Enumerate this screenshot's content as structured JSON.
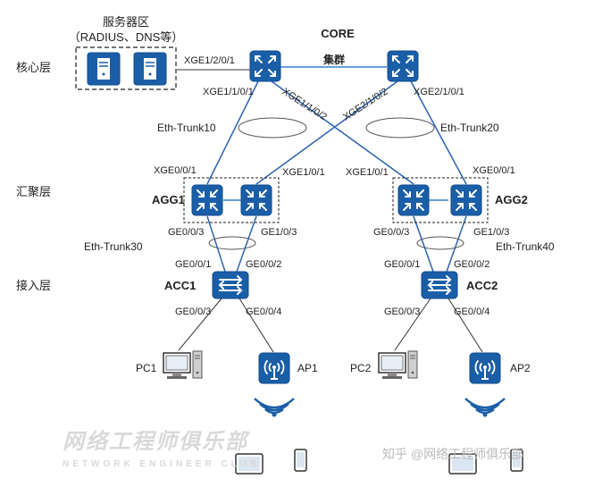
{
  "layers": {
    "core": "核心层",
    "aggregation": "汇聚层",
    "access": "接入层"
  },
  "server_zone": {
    "title": "服务器区",
    "subtitle": "（RADIUS、DNS等）"
  },
  "core": {
    "title": "CORE",
    "cluster": "集群"
  },
  "ports": {
    "core_left_to_server": "XGE1/2/0/1",
    "core_left_down1": "XGE1/1/0/1",
    "core_left_down2": "XGE1/1/0/2",
    "core_right_down1": "XGE2/1/0/2",
    "core_right_down2": "XGE2/1/0/1",
    "agg1_up1": "XGE0/0/1",
    "agg1_up2": "XGE1/0/1",
    "agg2_up1": "XGE1/0/1",
    "agg2_up2": "XGE0/0/1",
    "agg1_down1": "GE0/0/3",
    "agg1_down2": "GE1/0/3",
    "agg2_down1": "GE0/0/3",
    "agg2_down2": "GE1/0/3",
    "acc1_up1": "GE0/0/1",
    "acc1_up2": "GE0/0/2",
    "acc2_up1": "GE0/0/1",
    "acc2_up2": "GE0/0/2",
    "acc1_down1": "GE0/0/3",
    "acc1_down2": "GE0/0/4",
    "acc2_down1": "GE0/0/3",
    "acc2_down2": "GE0/0/4"
  },
  "trunks": {
    "t10": "Eth-Trunk10",
    "t20": "Eth-Trunk20",
    "t30": "Eth-Trunk30",
    "t40": "Eth-Trunk40"
  },
  "devices": {
    "agg1": "AGG1",
    "agg2": "AGG2",
    "acc1": "ACC1",
    "acc2": "ACC2",
    "pc1": "PC1",
    "pc2": "PC2",
    "ap1": "AP1",
    "ap2": "AP2"
  },
  "watermark": {
    "main": "网络工程师俱乐部",
    "sub": "NETWORK ENGINEER CLUB",
    "credit": "知乎 @网络工程师俱乐部"
  },
  "colors": {
    "device_blue": "#1b5ea8",
    "device_blue_dark": "#0f4a8c",
    "link_blue": "#2b63b0",
    "stack_link": "#6a9fd8"
  }
}
